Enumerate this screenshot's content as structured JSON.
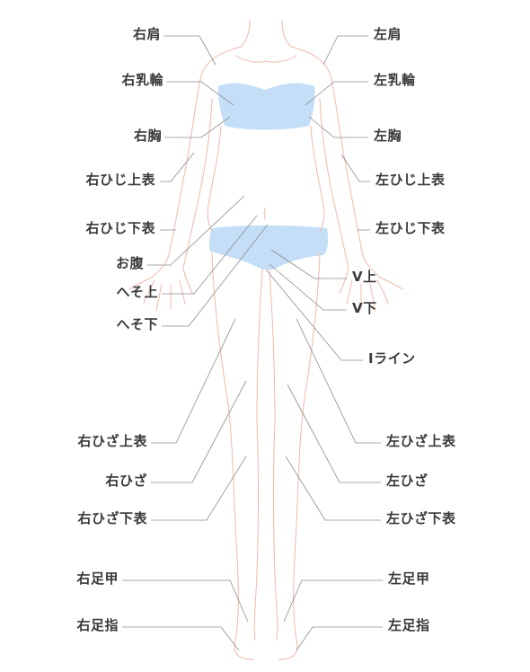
{
  "diagram": {
    "colors": {
      "body_outline": "#f0b8ac",
      "leader_line": "#8c8c8c",
      "label_text": "#3a3a3a",
      "garment_fill": "#c4def7"
    },
    "labels": {
      "right_shoulder": "右肩",
      "right_areola": "右乳輪",
      "right_chest": "右胸",
      "right_upper_elbow": "右ひじ上表",
      "right_lower_elbow": "右ひじ下表",
      "belly": "お腹",
      "above_navel": "へそ上",
      "below_navel": "へそ下",
      "left_shoulder": "左肩",
      "left_areola": "左乳輪",
      "left_chest": "左胸",
      "left_upper_elbow": "左ひじ上表",
      "left_lower_elbow": "左ひじ下表",
      "v_upper": "V上",
      "v_lower": "V下",
      "i_line": "Iライン",
      "right_upper_knee": "右ひざ上表",
      "right_knee": "右ひざ",
      "right_lower_knee": "右ひざ下表",
      "left_upper_knee": "左ひざ上表",
      "left_knee": "左ひざ",
      "left_lower_knee": "左ひざ下表",
      "right_instep": "右足甲",
      "right_toes": "右足指",
      "left_instep": "左足甲",
      "left_toes": "左足指"
    }
  }
}
